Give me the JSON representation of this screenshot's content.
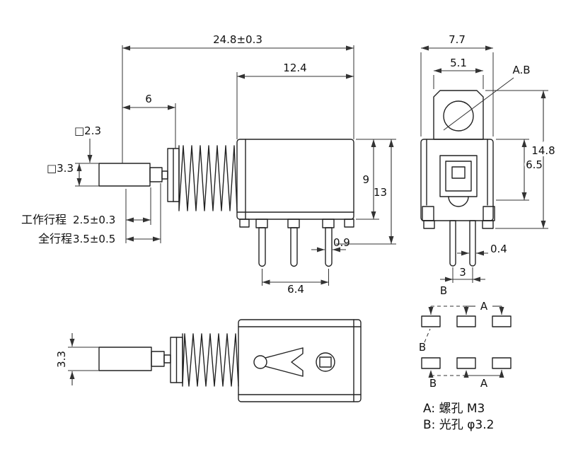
{
  "meta": {
    "drawing_type": "push-button-switch-engineering-drawing",
    "colors": {
      "line": "#222222",
      "text": "#111111",
      "background": "#ffffff"
    }
  },
  "views": {
    "side": {
      "overall": "24.8±0.3",
      "body_width": "12.4",
      "shaft_length": "6",
      "tip_square": "□2.3",
      "cap_square": "□3.3",
      "travel_work_label": "工作行程",
      "travel_work_value": "2.5±0.3",
      "travel_full_label": "全行程",
      "travel_full_value": "3.5±0.5",
      "body_height": "9",
      "total_height": "13",
      "pin_width": "0.9",
      "pin_span": "6.4"
    },
    "front": {
      "width": "7.7",
      "tab_width": "5.1",
      "hole_label": "A.B",
      "hole_depth": "6.5",
      "total_height": "14.8",
      "pin_thickness": "0.4",
      "pin_pitch": "3",
      "pin_label": "B"
    },
    "bottom": {
      "cap_height": "3.3"
    },
    "schematic": {
      "group1_a": "A",
      "group1_b": "B",
      "group2_a": "A",
      "group2_b": "B",
      "legend_a": "A: 螺孔  M3",
      "legend_b": "B: 光孔  φ3.2"
    }
  }
}
